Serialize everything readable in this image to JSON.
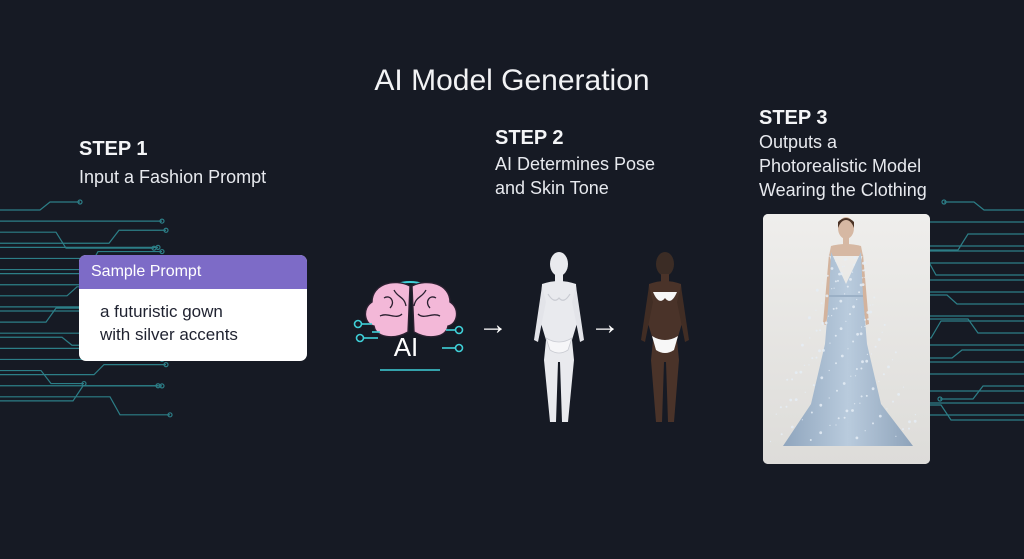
{
  "title": "AI Model Generation",
  "steps": [
    {
      "heading": "STEP 1",
      "description": "Input a Fashion Prompt"
    },
    {
      "heading": "STEP 2",
      "description": "AI Determines Pose\nand Skin Tone"
    },
    {
      "heading": "STEP 3",
      "description": "Outputs a\nPhotorealistic Model\nWearing the Clothing"
    }
  ],
  "prompt_card": {
    "header": "Sample Prompt",
    "text": "a futuristic gown\nwith silver accents"
  },
  "ai_badge": {
    "label": "AI",
    "icon": "brain-icon"
  },
  "arrows": [
    "→",
    "→"
  ],
  "colors": {
    "background": "#161a24",
    "circuit": "#3fd0d8",
    "prompt_header": "#7d6bc7",
    "brain": "#f3b8d8",
    "gown": "#a9bed3"
  }
}
